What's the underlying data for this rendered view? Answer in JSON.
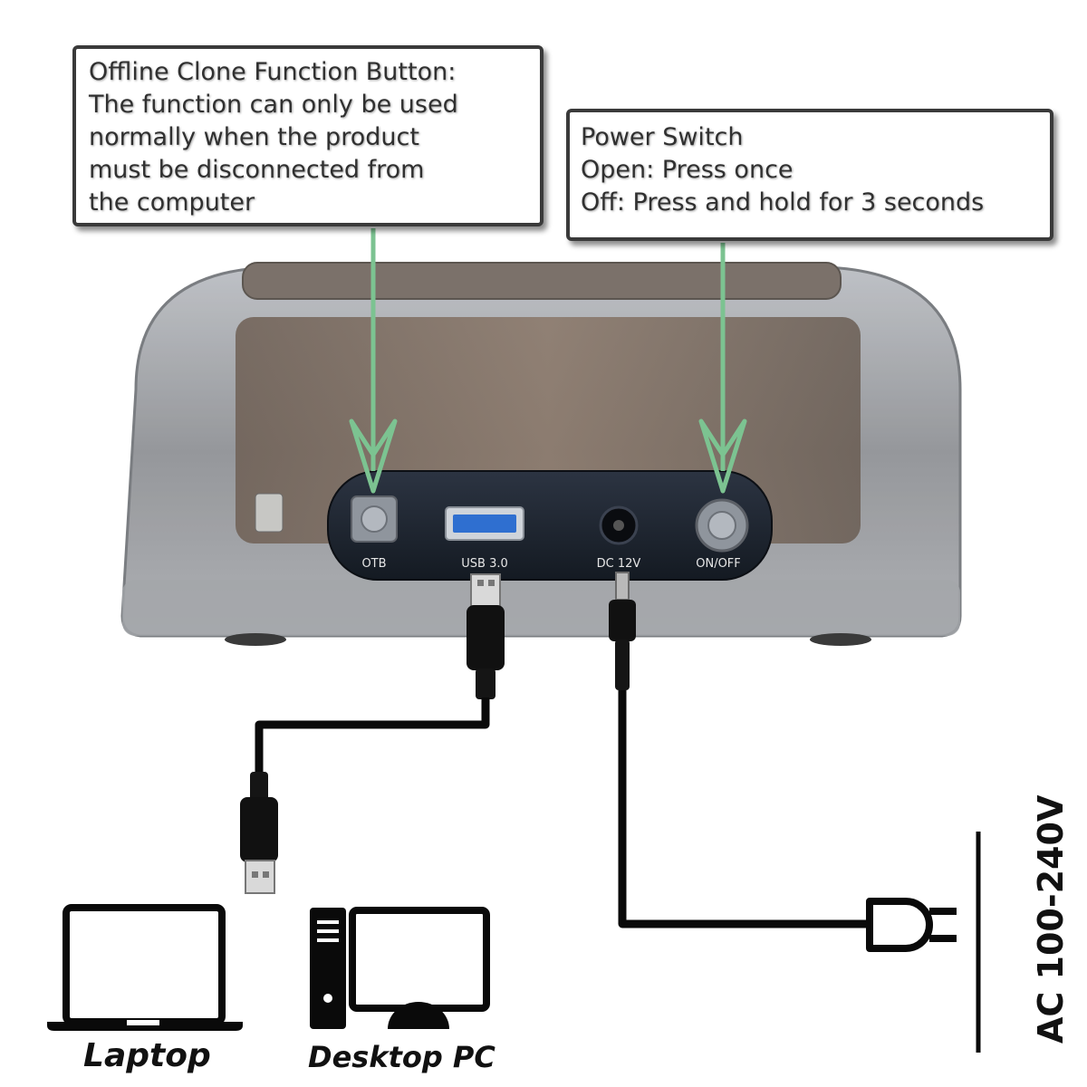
{
  "callouts": {
    "otb": {
      "lines": [
        "Offline Clone Function Button:",
        "The function can only be used",
        "normally when the product",
        "must be disconnected from",
        "the computer"
      ]
    },
    "power": {
      "lines": [
        "Power Switch",
        "Open: Press once",
        "Off: Press and hold for 3 seconds"
      ]
    }
  },
  "ports": {
    "otb": "OTB",
    "usb": "USB 3.0",
    "dc": "DC 12V",
    "power": "ON/OFF"
  },
  "devices": {
    "laptop": "Laptop",
    "desktop": "Desktop PC"
  },
  "power_source": "AC 100-240V",
  "colors": {
    "arrow": "#7cc391",
    "usb_port": "#2f6fd0",
    "panel": "#1e2530",
    "cable": "#0a0a0a",
    "enclosure": "#9a9da3"
  },
  "icons": [
    "laptop-icon",
    "desktop-pc-icon",
    "ac-plug-icon",
    "usb-connector-icon",
    "dc-jack-icon"
  ]
}
